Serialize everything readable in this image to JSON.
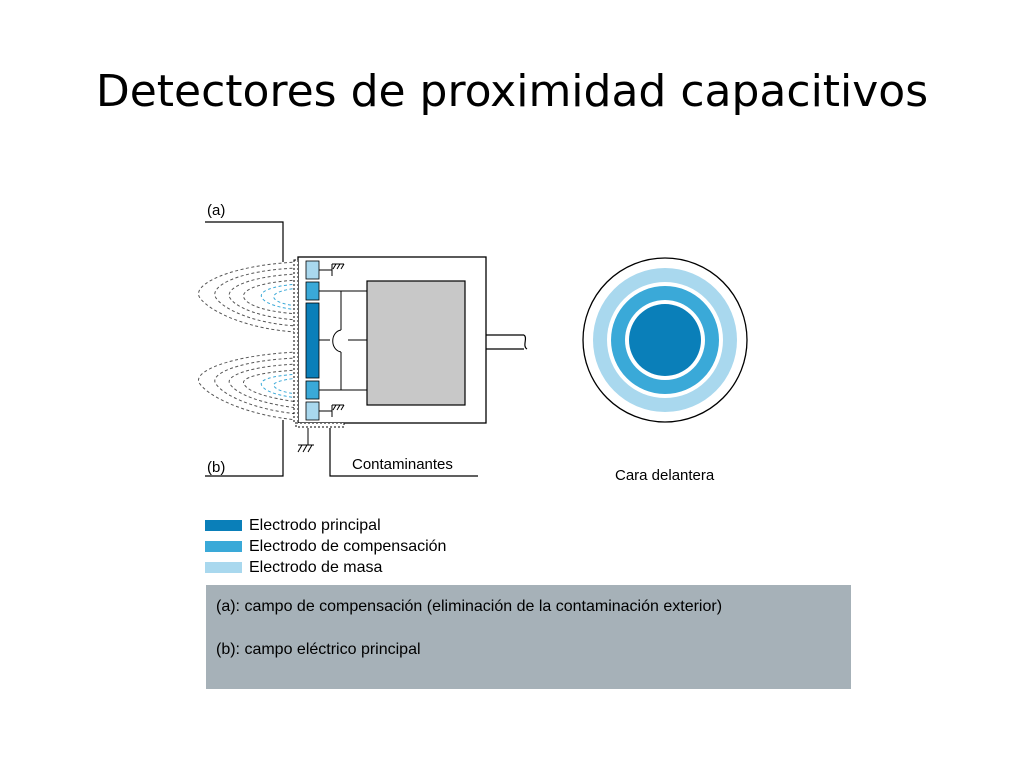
{
  "title": "Detectores de proximidad capacitivos",
  "diagram": {
    "label_a": "(a)",
    "label_b": "(b)",
    "contaminants_label": "Contaminantes",
    "front_face_label": "Cara delantera"
  },
  "legend": [
    {
      "label": "Electrodo principal",
      "color": "#0a7fb9"
    },
    {
      "label": "Electrodo de compensación",
      "color": "#3aa9d8"
    },
    {
      "label": "Electrodo de masa",
      "color": "#a9d8ee"
    }
  ],
  "notes": [
    {
      "text": "(a): campo de compensación (eliminación de la contaminación exterior)"
    },
    {
      "text": "(b): campo eléctrico principal"
    }
  ],
  "colors": {
    "main_electrode": "#0a7fb9",
    "compensation_electrode": "#3aa9d8",
    "ground_electrode": "#a9d8ee",
    "housing_block": "#c8c8c8",
    "notes_background": "#a6b1b8"
  }
}
